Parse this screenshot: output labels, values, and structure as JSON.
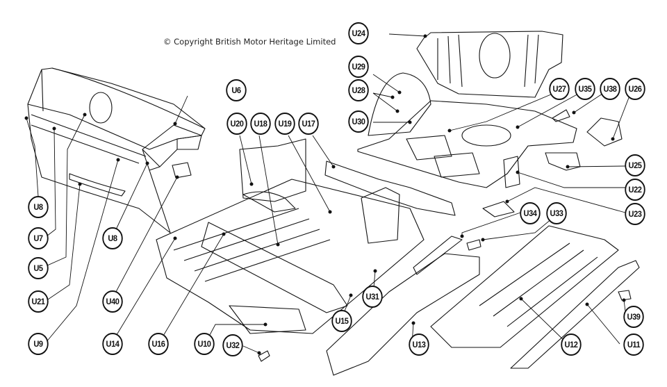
{
  "diagram": {
    "title": "Floor and Bulkhead Panels Exploded View",
    "copyright": "© Copyright British Motor Heritage Limited",
    "parts": [
      {
        "id": "U5",
        "label": "U5",
        "group": "front-bulkhead"
      },
      {
        "id": "U6",
        "label": "U6",
        "group": "front-bulkhead"
      },
      {
        "id": "U7",
        "label": "U7",
        "group": "front-bulkhead"
      },
      {
        "id": "U8a",
        "label": "U8",
        "group": "front-bulkhead"
      },
      {
        "id": "U8b",
        "label": "U8",
        "group": "front-bulkhead"
      },
      {
        "id": "U9",
        "label": "U9",
        "group": "front-bulkhead"
      },
      {
        "id": "U21",
        "label": "U21",
        "group": "front-bulkhead"
      },
      {
        "id": "U40",
        "label": "U40",
        "group": "front-bulkhead"
      },
      {
        "id": "U14",
        "label": "U14",
        "group": "main-floor"
      },
      {
        "id": "U16",
        "label": "U16",
        "group": "main-floor"
      },
      {
        "id": "U10",
        "label": "U10",
        "group": "main-floor"
      },
      {
        "id": "U32",
        "label": "U32",
        "group": "main-floor"
      },
      {
        "id": "U15",
        "label": "U15",
        "group": "main-floor"
      },
      {
        "id": "U31",
        "label": "U31",
        "group": "main-floor"
      },
      {
        "id": "U20",
        "label": "U20",
        "group": "main-floor"
      },
      {
        "id": "U18",
        "label": "U18",
        "group": "main-floor"
      },
      {
        "id": "U19",
        "label": "U19",
        "group": "main-floor"
      },
      {
        "id": "U17",
        "label": "U17",
        "group": "main-floor"
      },
      {
        "id": "U13",
        "label": "U13",
        "group": "tunnel"
      },
      {
        "id": "U34",
        "label": "U34",
        "group": "tunnel"
      },
      {
        "id": "U33",
        "label": "U33",
        "group": "tunnel"
      },
      {
        "id": "U12",
        "label": "U12",
        "group": "side-floor"
      },
      {
        "id": "U11",
        "label": "U11",
        "group": "side-floor"
      },
      {
        "id": "U39",
        "label": "U39",
        "group": "side-floor"
      },
      {
        "id": "U24",
        "label": "U24",
        "group": "rear"
      },
      {
        "id": "U29",
        "label": "U29",
        "group": "rear"
      },
      {
        "id": "U28",
        "label": "U28",
        "group": "rear"
      },
      {
        "id": "U30",
        "label": "U30",
        "group": "rear"
      },
      {
        "id": "U27",
        "label": "U27",
        "group": "rear"
      },
      {
        "id": "U35",
        "label": "U35",
        "group": "rear"
      },
      {
        "id": "U38",
        "label": "U38",
        "group": "rear"
      },
      {
        "id": "U26",
        "label": "U26",
        "group": "rear"
      },
      {
        "id": "U25",
        "label": "U25",
        "group": "rear"
      },
      {
        "id": "U22",
        "label": "U22",
        "group": "rear"
      },
      {
        "id": "U23",
        "label": "U23",
        "group": "rear"
      }
    ]
  }
}
